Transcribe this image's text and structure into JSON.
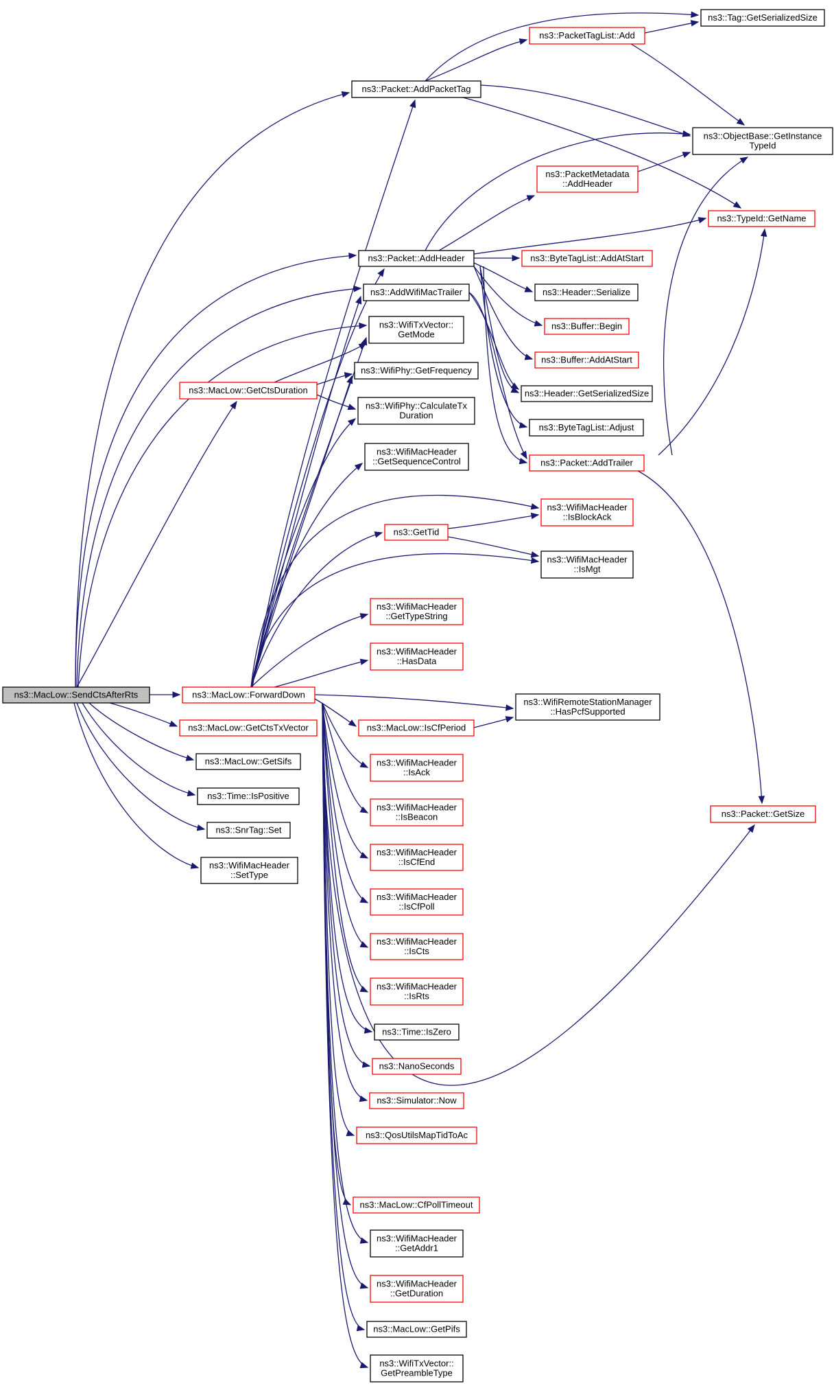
{
  "colors": {
    "edge": "#191970",
    "border_default": "#000000",
    "border_red": "#ff0000",
    "fill_default": "#ffffff",
    "fill_root": "#bfbfbf"
  },
  "nodes": [
    {
      "id": "send",
      "lines": [
        "ns3::MacLow::SendCtsAfterRts"
      ],
      "style": "root"
    },
    {
      "id": "fwd",
      "lines": [
        "ns3::MacLow::ForwardDown"
      ],
      "style": "red"
    },
    {
      "id": "getctstx",
      "lines": [
        "ns3::MacLow::GetCtsTxVector"
      ],
      "style": "red"
    },
    {
      "id": "getsifs",
      "lines": [
        "ns3::MacLow::GetSifs"
      ],
      "style": "black"
    },
    {
      "id": "ispos",
      "lines": [
        "ns3::Time::IsPositive"
      ],
      "style": "black"
    },
    {
      "id": "snrset",
      "lines": [
        "ns3::SnrTag::Set"
      ],
      "style": "black"
    },
    {
      "id": "settype",
      "lines": [
        "ns3::WifiMacHeader",
        "::SetType"
      ],
      "style": "black"
    },
    {
      "id": "getctsdur",
      "lines": [
        "ns3::MacLow::GetCtsDuration"
      ],
      "style": "red"
    },
    {
      "id": "addpackettag",
      "lines": [
        "ns3::Packet::AddPacketTag"
      ],
      "style": "black"
    },
    {
      "id": "addheader",
      "lines": [
        "ns3::Packet::AddHeader"
      ],
      "style": "black"
    },
    {
      "id": "addwifitrailer",
      "lines": [
        "ns3::AddWifiMacTrailer"
      ],
      "style": "black"
    },
    {
      "id": "getmode",
      "lines": [
        "ns3::WifiTxVector::",
        "GetMode"
      ],
      "style": "black"
    },
    {
      "id": "getfreq",
      "lines": [
        "ns3::WifiPhy::GetFrequency"
      ],
      "style": "black"
    },
    {
      "id": "calctx",
      "lines": [
        "ns3::WifiPhy::CalculateTx",
        "Duration"
      ],
      "style": "black"
    },
    {
      "id": "getseq",
      "lines": [
        "ns3::WifiMacHeader",
        "::GetSequenceControl"
      ],
      "style": "black"
    },
    {
      "id": "gettid",
      "lines": [
        "ns3::GetTid"
      ],
      "style": "red"
    },
    {
      "id": "gettypestr",
      "lines": [
        "ns3::WifiMacHeader",
        "::GetTypeString"
      ],
      "style": "red"
    },
    {
      "id": "hasdata",
      "lines": [
        "ns3::WifiMacHeader",
        "::HasData"
      ],
      "style": "red"
    },
    {
      "id": "iscfperiod",
      "lines": [
        "ns3::MacLow::IsCfPeriod"
      ],
      "style": "red"
    },
    {
      "id": "isack",
      "lines": [
        "ns3::WifiMacHeader",
        "::IsAck"
      ],
      "style": "red"
    },
    {
      "id": "isbeacon",
      "lines": [
        "ns3::WifiMacHeader",
        "::IsBeacon"
      ],
      "style": "red"
    },
    {
      "id": "iscfend",
      "lines": [
        "ns3::WifiMacHeader",
        "::IsCfEnd"
      ],
      "style": "red"
    },
    {
      "id": "iscfpoll",
      "lines": [
        "ns3::WifiMacHeader",
        "::IsCfPoll"
      ],
      "style": "red"
    },
    {
      "id": "iscts",
      "lines": [
        "ns3::WifiMacHeader",
        "::IsCts"
      ],
      "style": "red"
    },
    {
      "id": "isrts",
      "lines": [
        "ns3::WifiMacHeader",
        "::IsRts"
      ],
      "style": "red"
    },
    {
      "id": "iszero",
      "lines": [
        "ns3::Time::IsZero"
      ],
      "style": "black"
    },
    {
      "id": "nanosec",
      "lines": [
        "ns3::NanoSeconds"
      ],
      "style": "red"
    },
    {
      "id": "simnow",
      "lines": [
        "ns3::Simulator::Now"
      ],
      "style": "red"
    },
    {
      "id": "qosmap",
      "lines": [
        "ns3::QosUtilsMapTidToAc"
      ],
      "style": "red"
    },
    {
      "id": "cfpolltimeout",
      "lines": [
        "ns3::MacLow::CfPollTimeout"
      ],
      "style": "red"
    },
    {
      "id": "getaddr1",
      "lines": [
        "ns3::WifiMacHeader",
        "::GetAddr1"
      ],
      "style": "black"
    },
    {
      "id": "getduration",
      "lines": [
        "ns3::WifiMacHeader",
        "::GetDuration"
      ],
      "style": "red"
    },
    {
      "id": "getpifs",
      "lines": [
        "ns3::MacLow::GetPifs"
      ],
      "style": "black"
    },
    {
      "id": "getpreamble",
      "lines": [
        "ns3::WifiTxVector::",
        "GetPreambleType"
      ],
      "style": "black"
    },
    {
      "id": "ptlistadd",
      "lines": [
        "ns3::PacketTagList::Add"
      ],
      "style": "red"
    },
    {
      "id": "taggetser",
      "lines": [
        "ns3::Tag::GetSerializedSize"
      ],
      "style": "black"
    },
    {
      "id": "objbase",
      "lines": [
        "ns3::ObjectBase::GetInstance",
        "TypeId"
      ],
      "style": "black"
    },
    {
      "id": "pmeta",
      "lines": [
        "ns3::PacketMetadata",
        "::AddHeader"
      ],
      "style": "red"
    },
    {
      "id": "typeidname",
      "lines": [
        "ns3::TypeId::GetName"
      ],
      "style": "red"
    },
    {
      "id": "btlistaddstart",
      "lines": [
        "ns3::ByteTagList::AddAtStart"
      ],
      "style": "red"
    },
    {
      "id": "hdrserialize",
      "lines": [
        "ns3::Header::Serialize"
      ],
      "style": "black"
    },
    {
      "id": "bufbegin",
      "lines": [
        "ns3::Buffer::Begin"
      ],
      "style": "red"
    },
    {
      "id": "bufaddstart",
      "lines": [
        "ns3::Buffer::AddAtStart"
      ],
      "style": "red"
    },
    {
      "id": "hdrgetser",
      "lines": [
        "ns3::Header::GetSerializedSize"
      ],
      "style": "black"
    },
    {
      "id": "btlistadjust",
      "lines": [
        "ns3::ByteTagList::Adjust"
      ],
      "style": "black"
    },
    {
      "id": "addtrailer",
      "lines": [
        "ns3::Packet::AddTrailer"
      ],
      "style": "red"
    },
    {
      "id": "isblockack",
      "lines": [
        "ns3::WifiMacHeader",
        "::IsBlockAck"
      ],
      "style": "red"
    },
    {
      "id": "ismgt",
      "lines": [
        "ns3::WifiMacHeader",
        "::IsMgt"
      ],
      "style": "black"
    },
    {
      "id": "haspcf",
      "lines": [
        "ns3::WifiRemoteStationManager",
        "::HasPcfSupported"
      ],
      "style": "black"
    },
    {
      "id": "pktgetsize",
      "lines": [
        "ns3::Packet::GetSize"
      ],
      "style": "red"
    }
  ]
}
